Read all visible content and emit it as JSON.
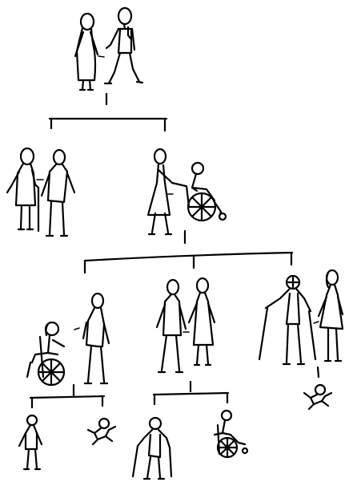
{
  "diagram": {
    "kind": "pictorial-family-tree",
    "ink_color": "#000000",
    "background": "#ffffff",
    "generations": 4,
    "figures": [
      {
        "id": "g1-woman",
        "generation": 1,
        "icon": "woman-figure-icon"
      },
      {
        "id": "g1-man",
        "generation": 1,
        "icon": "man-figure-icon"
      },
      {
        "id": "g2-woman-cane",
        "generation": 2,
        "icon": "woman-with-cane-icon"
      },
      {
        "id": "g2-man",
        "generation": 2,
        "icon": "man-figure-icon"
      },
      {
        "id": "g2-woman-pushing",
        "generation": 2,
        "icon": "woman-pushing-wheelchair-icon"
      },
      {
        "id": "g2-man-wheelchair",
        "generation": 2,
        "icon": "man-in-wheelchair-icon"
      },
      {
        "id": "g3-woman-wheelchair",
        "generation": 3,
        "icon": "woman-in-wheelchair-icon"
      },
      {
        "id": "g3-man-a",
        "generation": 3,
        "icon": "man-figure-icon"
      },
      {
        "id": "g3-man-b",
        "generation": 3,
        "icon": "man-figure-icon"
      },
      {
        "id": "g3-woman-b",
        "generation": 3,
        "icon": "woman-figure-icon"
      },
      {
        "id": "g3-man-crutches",
        "generation": 3,
        "icon": "man-with-crutches-icon"
      },
      {
        "id": "g3-woman-c",
        "generation": 3,
        "icon": "woman-figure-icon"
      },
      {
        "id": "g4-child",
        "generation": 4,
        "icon": "child-figure-icon"
      },
      {
        "id": "g4-baby-a",
        "generation": 4,
        "icon": "baby-icon"
      },
      {
        "id": "g4-child-crutches",
        "generation": 4,
        "icon": "child-with-crutches-icon"
      },
      {
        "id": "g4-child-wheelchair",
        "generation": 4,
        "icon": "child-in-wheelchair-icon"
      },
      {
        "id": "g4-baby-b",
        "generation": 4,
        "icon": "baby-icon"
      }
    ]
  }
}
